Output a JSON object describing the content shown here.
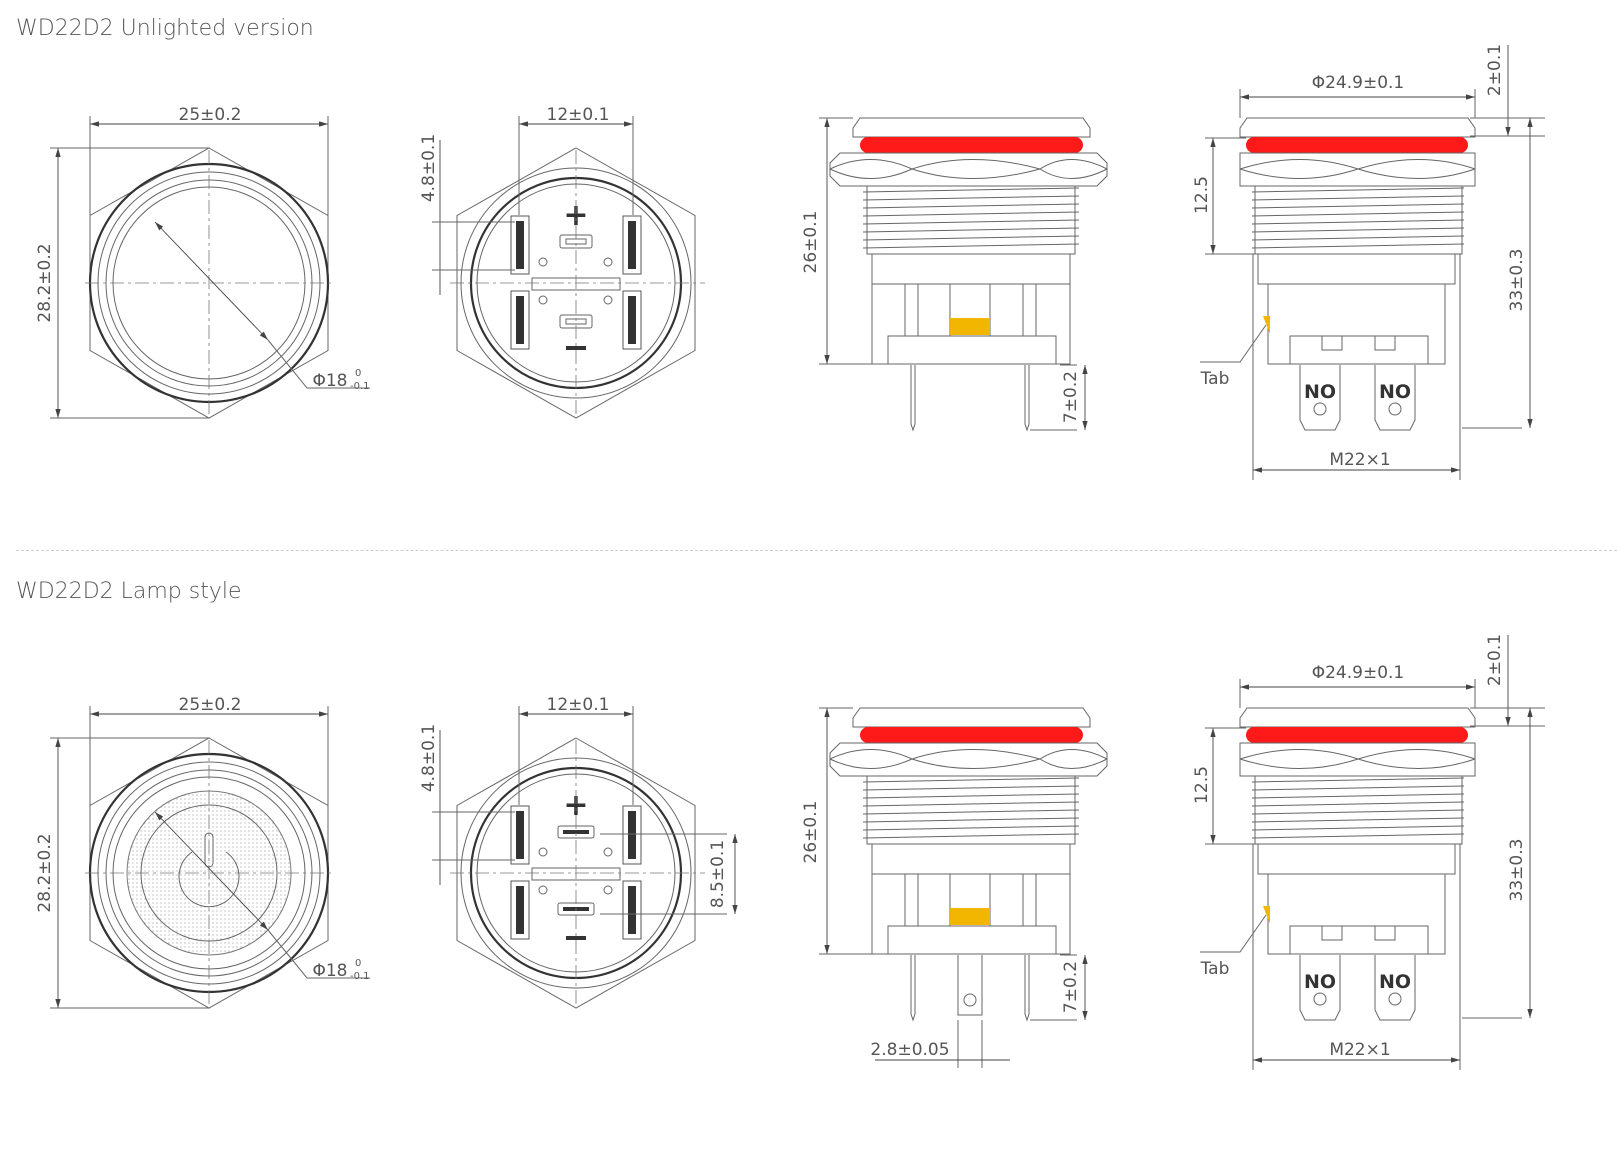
{
  "sections": [
    {
      "title": "WD22D2 Unlighted version",
      "lamp": false,
      "dims": {
        "width": "25±0.2",
        "height": "28.2±0.2",
        "diameter": "Φ18",
        "diameter_upper_tol": "0",
        "diameter_lower_tol": "-0.1",
        "terminal_spacing": "12±0.1",
        "terminal_offset": "4.8±0.1",
        "side_height": "26±0.1",
        "pin_length": "7±0.2",
        "cap_diameter": "Φ24.9±0.1",
        "cap_height": "2±0.1",
        "thread_length": "12.5",
        "total_height": "33±0.3",
        "thread_size": "M22×1",
        "tab_label": "Tab",
        "contact_1": "NO",
        "contact_2": "NO"
      }
    },
    {
      "title": "WD22D2 Lamp style",
      "lamp": true,
      "dims": {
        "width": "25±0.2",
        "height": "28.2±0.2",
        "diameter": "Φ18",
        "diameter_upper_tol": "0",
        "diameter_lower_tol": "-0.1",
        "terminal_spacing": "12±0.1",
        "terminal_offset": "4.8±0.1",
        "lamp_terminal_spacing": "8.5±0.1",
        "side_height": "26±0.1",
        "pin_length": "7±0.2",
        "lamp_pin_width": "2.8±0.05",
        "cap_diameter": "Φ24.9±0.1",
        "cap_height": "2±0.1",
        "thread_length": "12.5",
        "total_height": "33±0.3",
        "thread_size": "M22×1",
        "tab_label": "Tab",
        "contact_1": "NO",
        "contact_2": "NO"
      }
    }
  ],
  "colors": {
    "led_ring": "#ff1a1a",
    "tab": "#f2b600"
  }
}
